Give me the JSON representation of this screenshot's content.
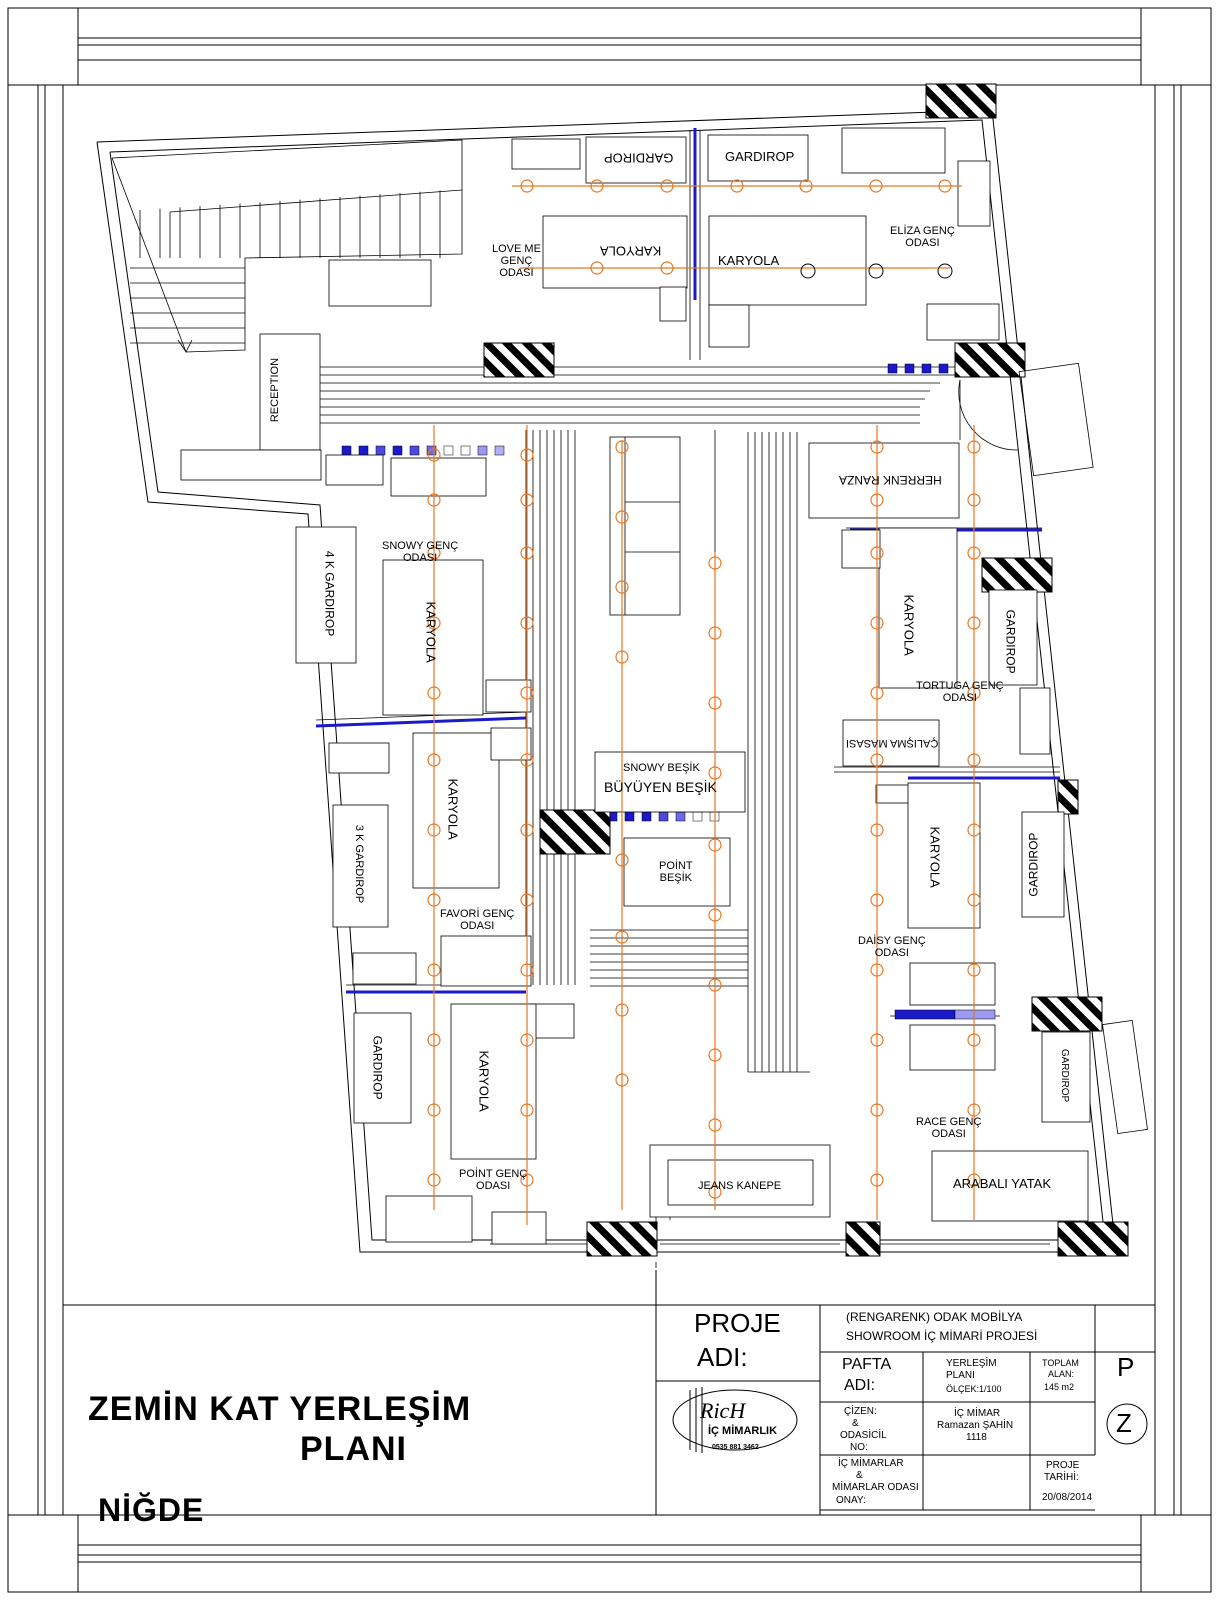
{
  "sheet": {
    "title_line1": "ZEMİN KAT YERLEŞİM",
    "title_line2": "PLANI",
    "city": "NİĞDE"
  },
  "title_block": {
    "proje_label": "PROJE",
    "adi_label": "ADI:",
    "project_line1": "(RENGARENK) ODAK  MOBİLYA",
    "project_line2": "SHOWROOM İÇ MİMARİ PROJESİ",
    "pafta_label": "PAFTA",
    "pafta_adi": "ADI:",
    "pafta_value_1": "YERLEŞİM",
    "pafta_value_2": "PLANI",
    "scale": "ÖLÇEK:1/100",
    "area_1": "TOPLAM",
    "area_2": "ALAN:",
    "area_value": "145 m2",
    "cizen_1": "ÇİZEN:",
    "cizen_2": "&",
    "cizen_3": "ODASİCİL",
    "cizen_4": "NO:",
    "architect_1": "İÇ MİMAR",
    "architect_2": "Ramazan ŞAHİN",
    "architect_3": "1118",
    "onay_1": "İÇ MİMARLAR",
    "onay_2": "&",
    "onay_3": "MİMARLAR ODASI",
    "onay_4": "ONAY:",
    "date_1": "PROJE",
    "date_2": "TARİHİ:",
    "date_value": "20/08/2014",
    "sheet_code_1": "P",
    "sheet_code_2": "Z",
    "logo_text": "RicH",
    "logo_sub": "İÇ MİMARLIK",
    "phone": "0535 881 3462"
  },
  "rooms": {
    "love_me": [
      "LOVE ME",
      "GENÇ",
      "ODASI"
    ],
    "eliza": [
      "ELİZA GENÇ",
      "ODASI"
    ],
    "snowy": [
      "SNOWY GENÇ",
      "ODASI"
    ],
    "favori": [
      "FAVORİ GENÇ",
      "ODASI"
    ],
    "point": [
      "POİNT GENÇ",
      "ODASI"
    ],
    "tortuga": [
      "TORTUGA GENÇ",
      "ODASI"
    ],
    "daisy": [
      "DAİSY GENÇ",
      "ODASI"
    ],
    "race": [
      "RACE GENÇ",
      "ODASI"
    ]
  },
  "furniture": {
    "gardirop": "GARDIROP",
    "karyola": "KARYOLA",
    "reception": "RECEPTION",
    "gardirop_4k": "4 K GARDIROP",
    "gardirop_3k": "3 K GARDIROP",
    "herrenk_ranza": "HERRENK RANZA",
    "calisma_masasi": "ÇALIŞMA MASASI",
    "snowy_besik": "SNOWY BEŞİK",
    "buyuyen_besik": "BÜYÜYEN BEŞİK",
    "point_besik_1": "POİNT",
    "point_besik_2": "BEŞİK",
    "jeans_kanepe": "JEANS KANEPE",
    "arabali_yatak": "ARABALI YATAK"
  },
  "colors": {
    "line": "#000000",
    "lighting": "#e87722",
    "glass": "#1a1acc",
    "hatch": "#000000"
  }
}
